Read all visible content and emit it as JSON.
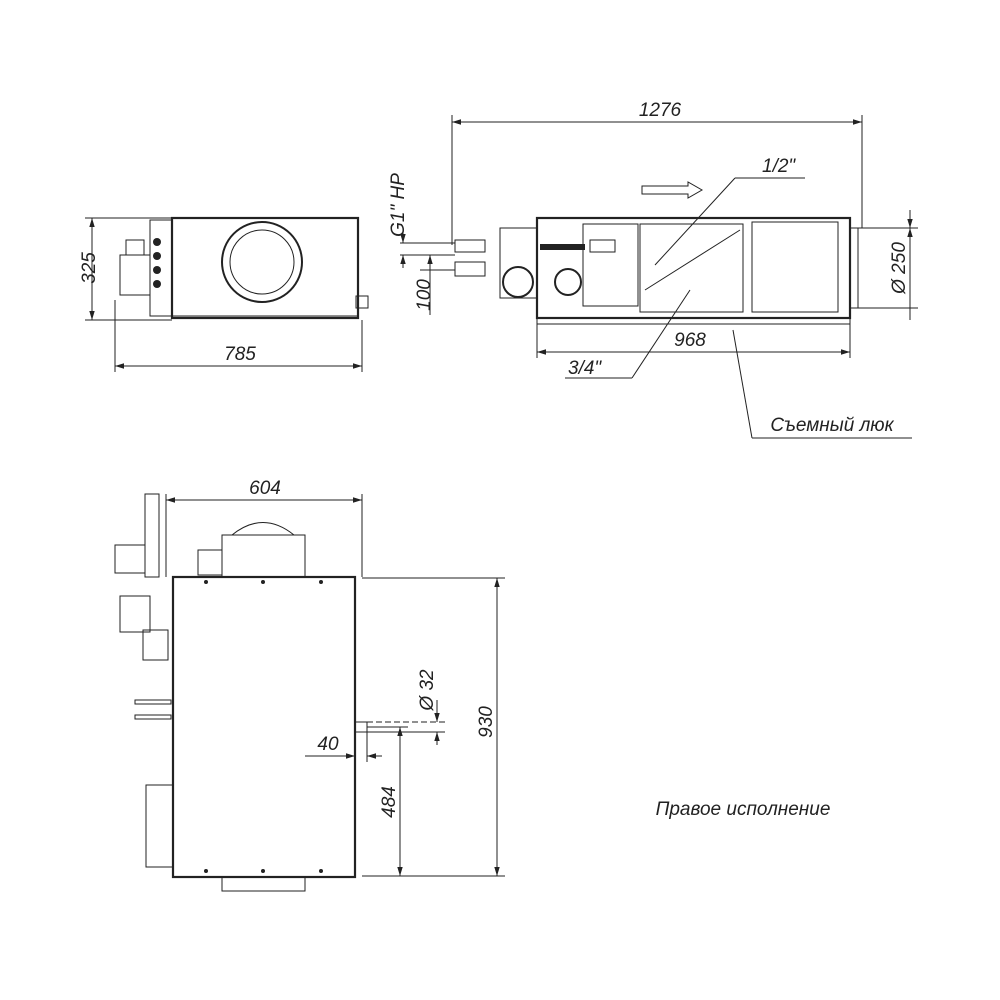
{
  "drawing": {
    "front_view": {
      "height_dim": "325",
      "width_dim": "785"
    },
    "side_view": {
      "length_dim": "1276",
      "half_inch_label": "1/2\"",
      "g1_label": "G1\" НР",
      "pipe_spacing_dim": "100",
      "body_length_dim": "968",
      "three_quarter_label": "3/4\"",
      "outlet_diameter_dim": "Ø 250",
      "hatch_label": "Съемный люк"
    },
    "top_view": {
      "width_dim": "604",
      "drain_diameter_dim": "Ø 32",
      "depth_dim": "930",
      "drain_offset_dim": "40",
      "drain_height_dim": "484"
    },
    "variant_label": "Правое исполнение"
  }
}
